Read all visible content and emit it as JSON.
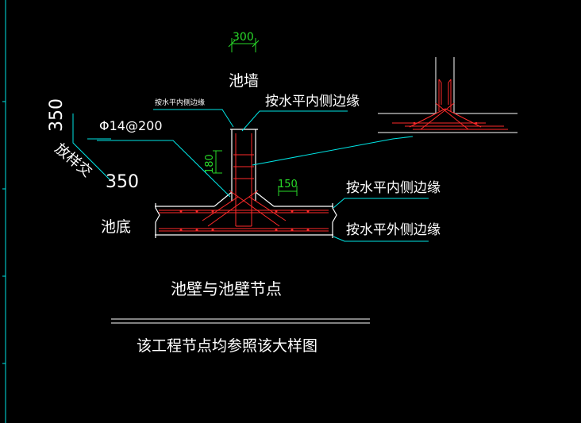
{
  "colors": {
    "background": "#000000",
    "text": "#ffffff",
    "dimension": "#29d929",
    "leader": "#00e5e5",
    "rebar": "#ff2a2a",
    "concrete": "#ffffff"
  },
  "labels": {
    "wall_name": "池墙",
    "bottom_name": "池底",
    "wall_inner_edge": "按水平内侧边缘",
    "small_note": "按水平内侧边缘",
    "bar_spec": "Φ14@200",
    "chamfer_label": "放样交",
    "dim_350_vertical": "350",
    "dim_350_horizontal": "350",
    "bottom_inner_edge": "按水平内侧边缘",
    "bottom_outer_edge": "按水平外侧边缘",
    "node_title": "池壁与池壁节点",
    "project_note": "该工程节点均参照该大样图"
  },
  "dimensions": {
    "wall_thickness": "300",
    "haunch_height": "180",
    "haunch_width": "150"
  }
}
